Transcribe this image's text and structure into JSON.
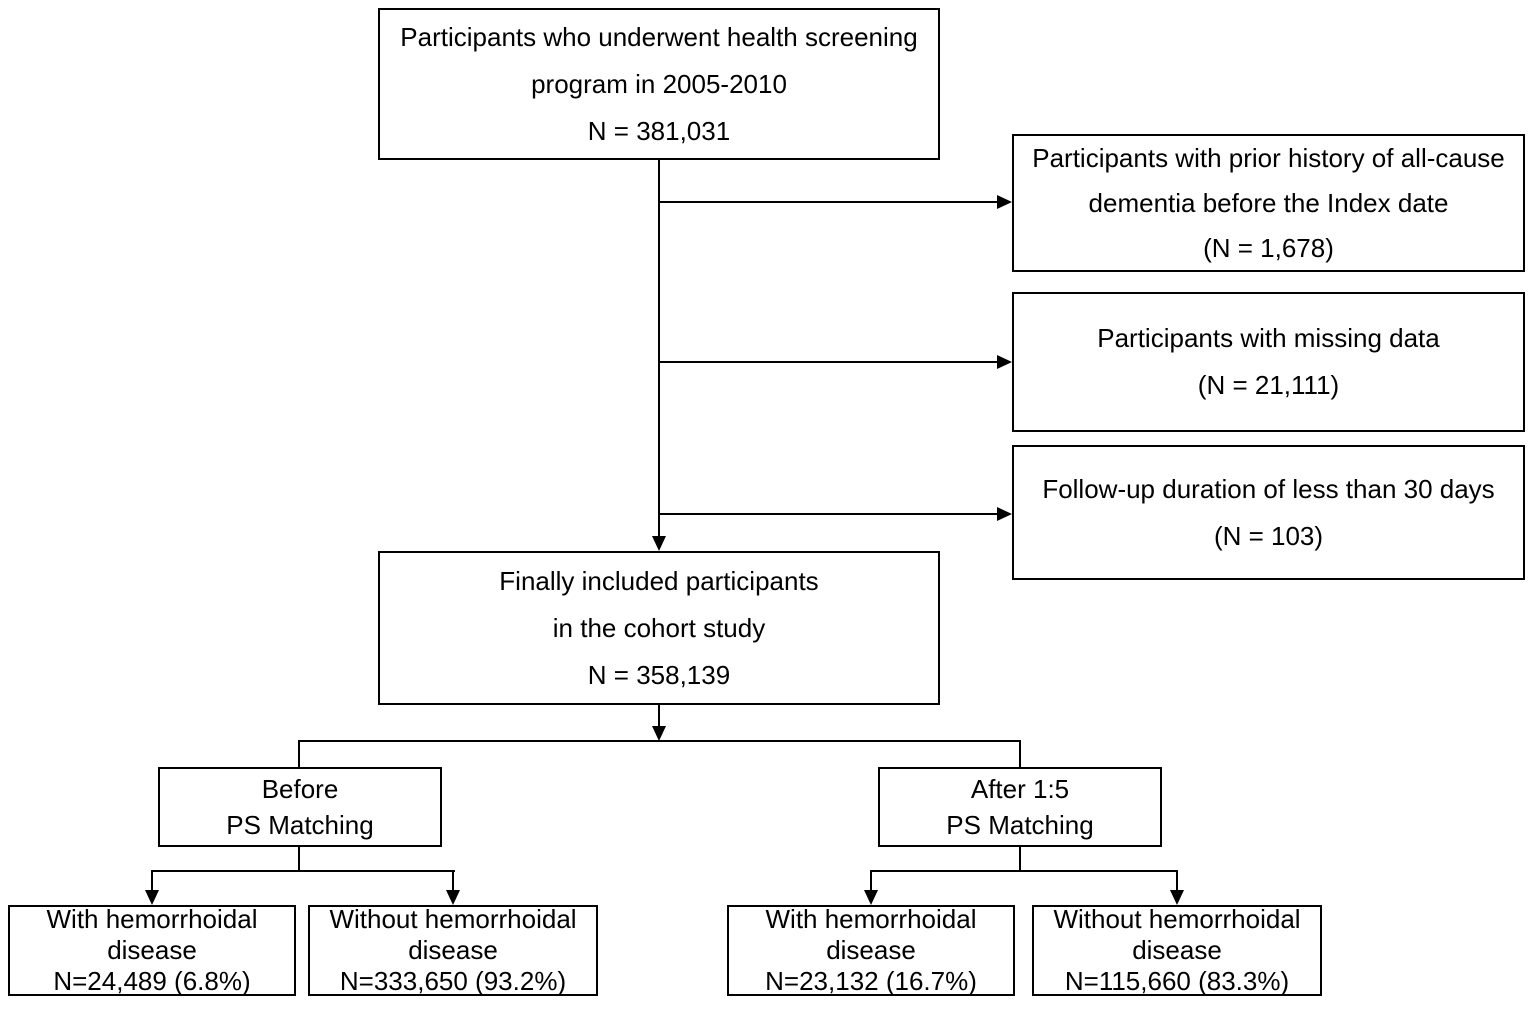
{
  "diagram_title": "Participant selection flow diagram",
  "colors": {
    "line": "#000000",
    "box_background": "#ffffff",
    "text": "#000000",
    "page_background": "#ffffff"
  },
  "nodes": {
    "screened": {
      "lines": [
        "Participants who underwent health screening",
        "program in 2005-2010",
        "N = 381,031"
      ],
      "n": "381,031"
    },
    "excluded_dementia": {
      "lines": [
        "Participants with prior history of all-cause",
        "dementia before the Index date",
        "(N = 1,678)"
      ],
      "n": "1,678"
    },
    "excluded_missing": {
      "lines": [
        "Participants with missing data",
        "(N = 21,111)"
      ],
      "n": "21,111"
    },
    "excluded_followup": {
      "lines": [
        "Follow-up duration of less than 30 days",
        "(N = 103)"
      ],
      "n": "103"
    },
    "included": {
      "lines": [
        "Finally included participants",
        "in the cohort study",
        "N = 358,139"
      ],
      "n": "358,139"
    },
    "before_ps": {
      "lines": [
        "Before",
        "PS Matching"
      ]
    },
    "after_ps": {
      "lines": [
        "After 1:5",
        "PS Matching"
      ]
    },
    "before_with_hd": {
      "lines": [
        "With hemorrhoidal",
        "disease",
        "N=24,489 (6.8%)"
      ],
      "n": "24,489",
      "pct": "6.8%"
    },
    "before_without_hd": {
      "lines": [
        "Without hemorrhoidal",
        "disease",
        "N=333,650 (93.2%)"
      ],
      "n": "333,650",
      "pct": "93.2%"
    },
    "after_with_hd": {
      "lines": [
        "With hemorrhoidal",
        "disease",
        "N=23,132 (16.7%)"
      ],
      "n": "23,132",
      "pct": "16.7%"
    },
    "after_without_hd": {
      "lines": [
        "Without hemorrhoidal",
        "disease",
        "N=115,660 (83.3%)"
      ],
      "n": "115,660",
      "pct": "83.3%"
    }
  }
}
